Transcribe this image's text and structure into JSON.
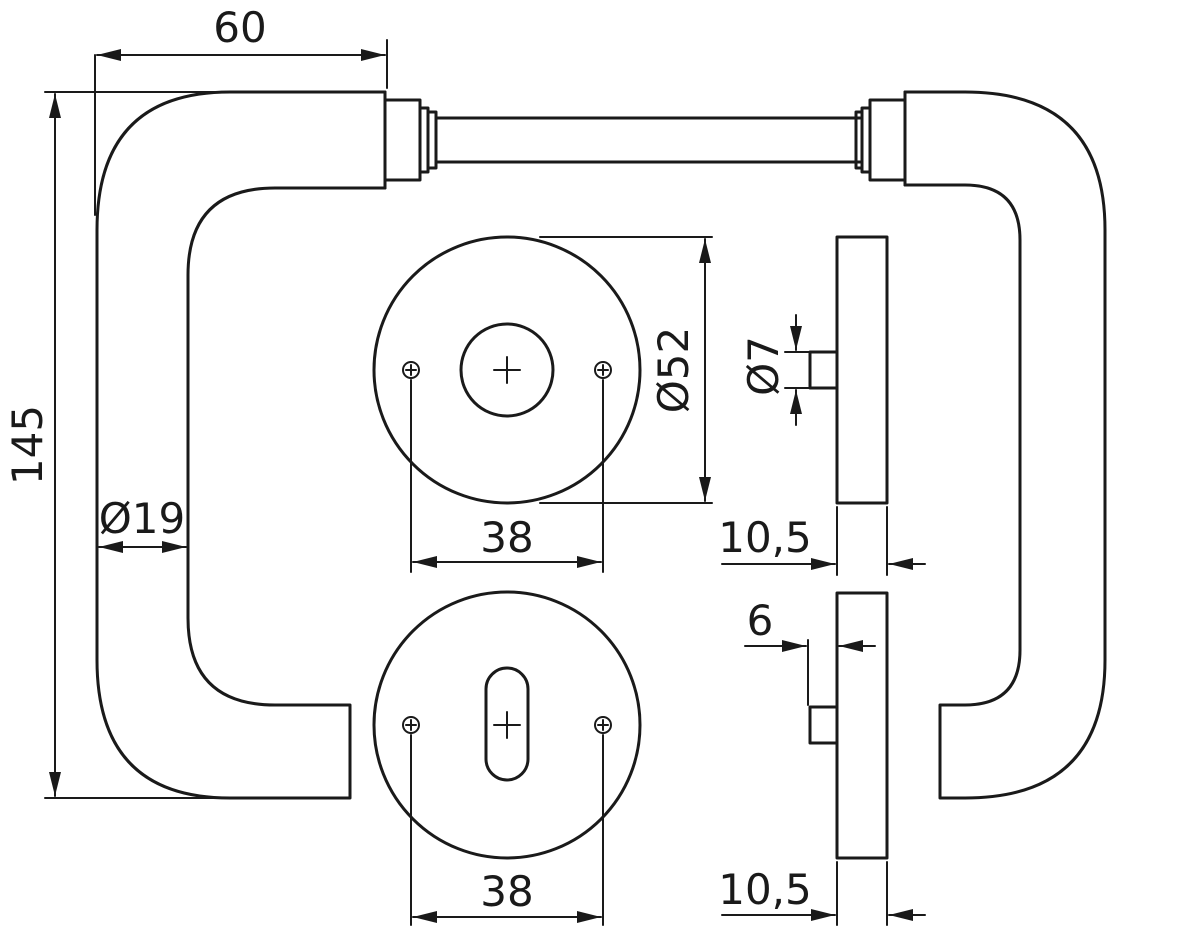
{
  "drawing": {
    "dimensions": {
      "handle_projection": "60",
      "handle_height": "145",
      "handle_diameter": "Ø19",
      "rose_diameter": "Ø52",
      "screw_spacing_top": "38",
      "screw_spacing_bottom": "38",
      "spindle_diameter": "Ø7",
      "rose_thickness_top": "10,5",
      "rose_thickness_bottom": "10,5",
      "key_pin_offset": "6"
    }
  }
}
